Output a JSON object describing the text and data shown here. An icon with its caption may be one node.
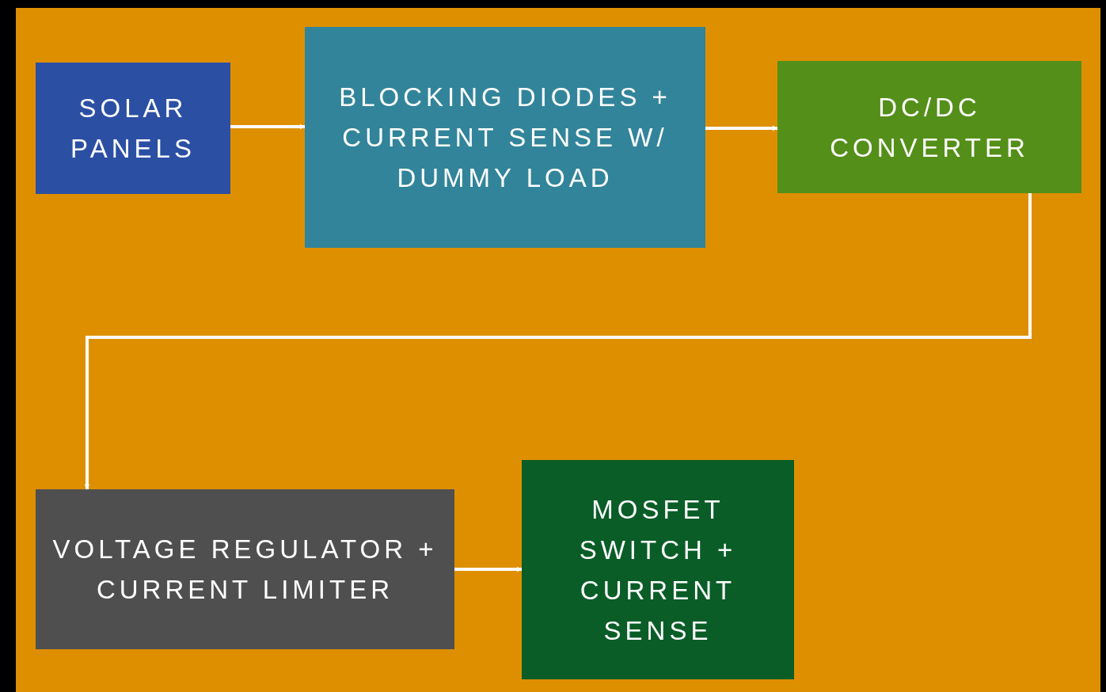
{
  "diagram": {
    "nodes": [
      {
        "text": [
          "SOLAR PANELS"
        ]
      },
      {
        "text": [
          "BLOCKING DIODES + CURRENT SENSE W/ DUMMY LOAD"
        ]
      },
      {
        "text": [
          "DC/DC CONVERTER"
        ]
      },
      {
        "text": [
          "VOLTAGE REGULATOR + CURRENT LIMITER"
        ]
      },
      {
        "text": [
          "MOSFET SWITCH + CURRENT SENSE"
        ]
      }
    ],
    "edges": [
      {
        "from": 0,
        "to": 1,
        "arrow": "to"
      },
      {
        "from": 1,
        "to": 2,
        "arrow": "to"
      },
      {
        "from": 2,
        "to": 3,
        "arrow": "to"
      },
      {
        "from": 3,
        "to": 4,
        "arrow": "to"
      }
    ]
  }
}
